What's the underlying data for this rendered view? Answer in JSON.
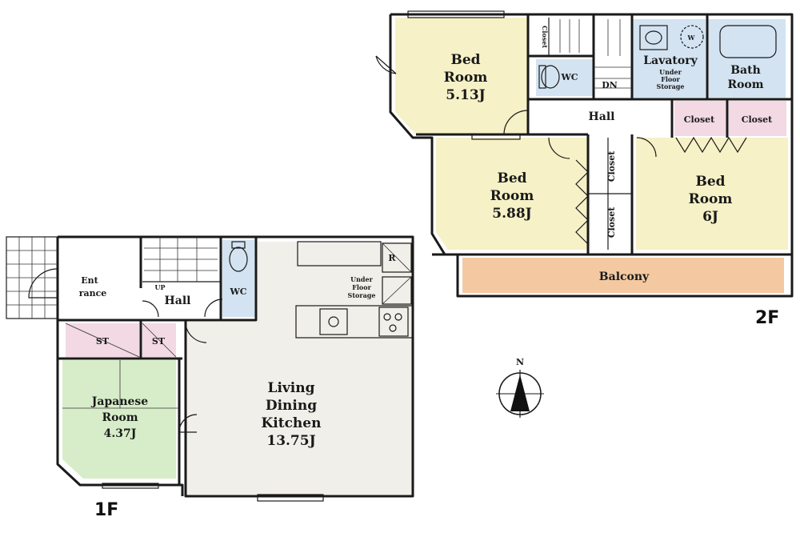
{
  "colors": {
    "bedroom": "#f6f1c6",
    "japanese": "#d7edc9",
    "ldk": "#f1efe9",
    "closet": "#f2d9e3",
    "wet": "#d3e3f1",
    "balcony": "#f4c9a1",
    "hall": "#ffffff",
    "wall": "#1a1a1a"
  },
  "floor2": {
    "label": "2F",
    "bed1": {
      "l1": "Bed",
      "l2": "Room",
      "l3": "5.13J"
    },
    "bed2": {
      "l1": "Bed",
      "l2": "Room",
      "l3": "5.88J"
    },
    "bed3": {
      "l1": "Bed",
      "l2": "Room",
      "l3": "6J"
    },
    "hall": "Hall",
    "wc": "WC",
    "dn": "DN",
    "lavatory": "Lavatory",
    "lav_storage": [
      "Under",
      "Floor",
      "Storage"
    ],
    "bath": {
      "l1": "Bath",
      "l2": "Room"
    },
    "closet_a": "Closet",
    "closet_b": "Closet",
    "closet_v1": "Closet",
    "closet_v2": "Closet",
    "closet_top": "Closet",
    "w": "W",
    "balcony": "Balcony"
  },
  "floor1": {
    "label": "1F",
    "entrance": {
      "l1": "Ent",
      "l2": "rance"
    },
    "up": "UP",
    "hall": "Hall",
    "wc": "WC",
    "st1": "ST",
    "st2": "ST",
    "japanese": {
      "l1": "Japanese",
      "l2": "Room",
      "l3": "4.37J"
    },
    "ldk": {
      "l1": "Living",
      "l2": "Dining",
      "l3": "Kitchen",
      "l4": "13.75J"
    },
    "storage": {
      "l1": "Under",
      "l2": "Floor",
      "l3": "Storage"
    },
    "r": "R"
  },
  "compass": {
    "label": "N"
  }
}
